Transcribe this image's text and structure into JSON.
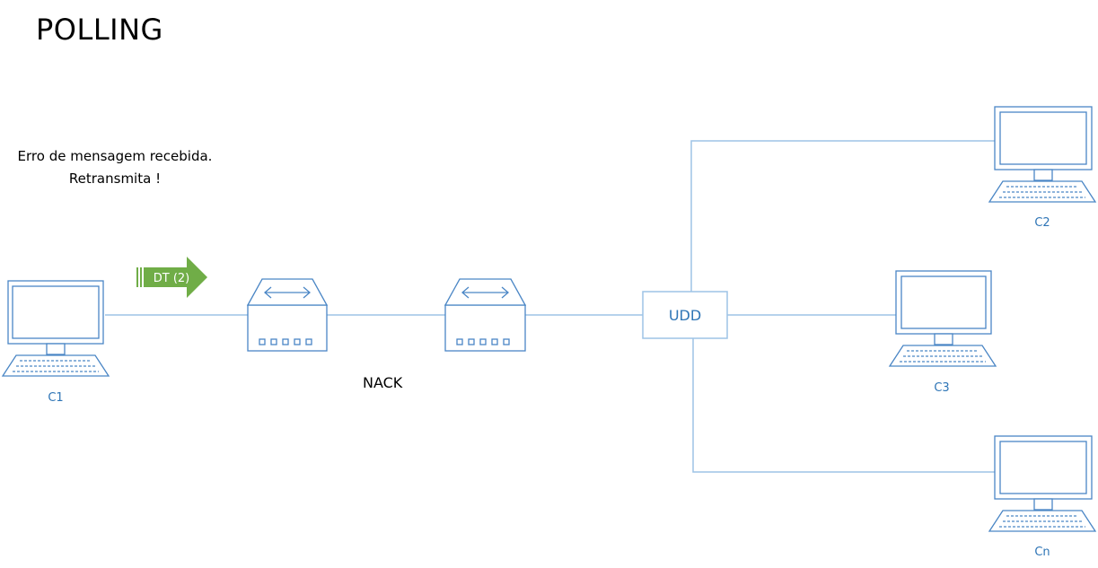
{
  "title": "POLLING",
  "message": {
    "line1": "Erro de mensagem recebida.",
    "line2": "Retransmita !"
  },
  "packet": {
    "label": "DT (2)",
    "color": "#70ad47"
  },
  "nack_label": "NACK",
  "udd_label": "UDD",
  "computers": {
    "c1": "C1",
    "c2": "C2",
    "c3": "C3",
    "cn": "Cn"
  },
  "colors": {
    "line": "#9dc3e6",
    "device": "#4a86c5",
    "text_blue": "#2e75b6"
  }
}
